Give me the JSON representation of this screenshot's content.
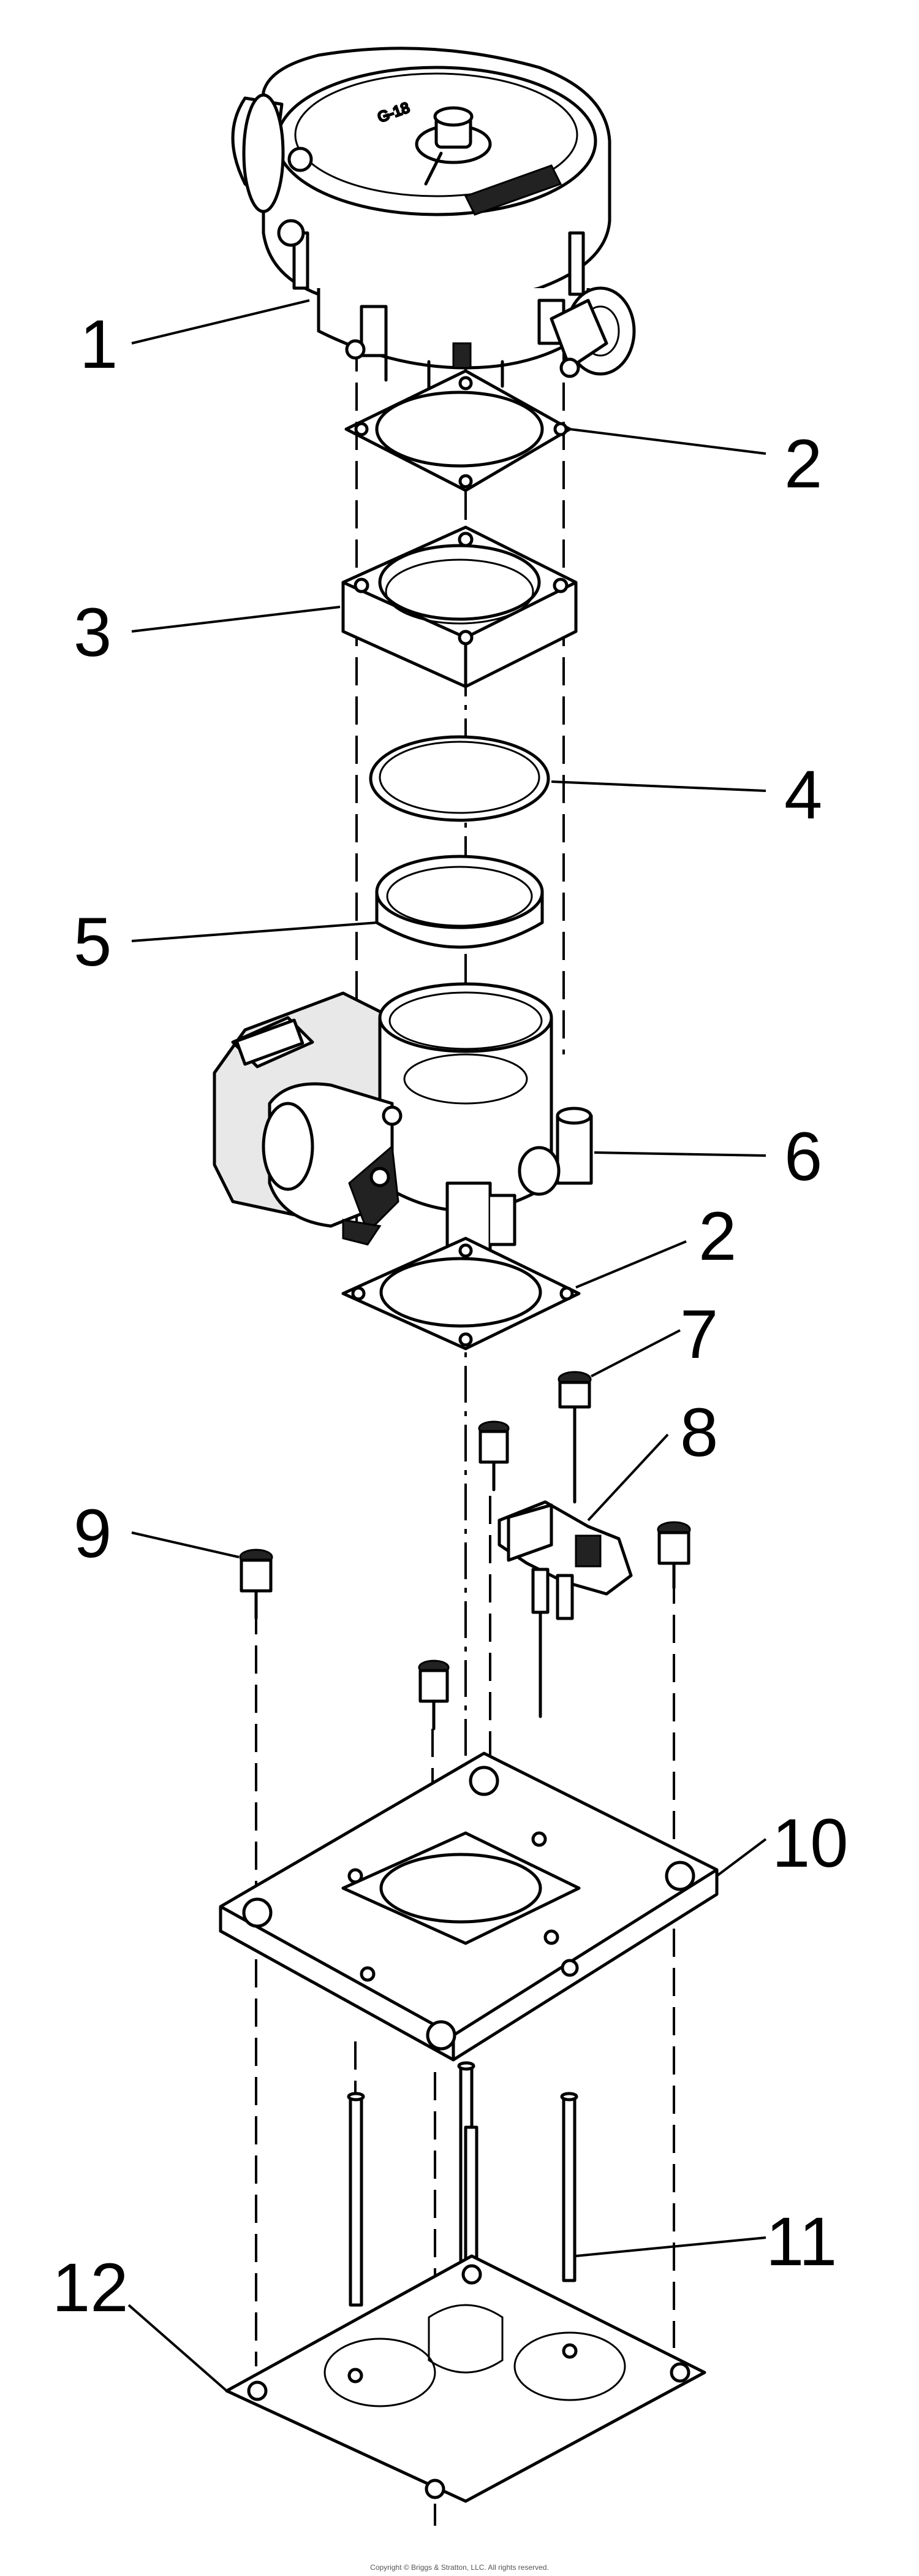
{
  "callouts": [
    {
      "id": "1",
      "label": "1"
    },
    {
      "id": "2a",
      "label": "2"
    },
    {
      "id": "3",
      "label": "3"
    },
    {
      "id": "4",
      "label": "4"
    },
    {
      "id": "5",
      "label": "5"
    },
    {
      "id": "6",
      "label": "6"
    },
    {
      "id": "2b",
      "label": "2"
    },
    {
      "id": "7",
      "label": "7"
    },
    {
      "id": "8",
      "label": "8"
    },
    {
      "id": "9",
      "label": "9"
    },
    {
      "id": "10",
      "label": "10"
    },
    {
      "id": "11",
      "label": "11"
    },
    {
      "id": "12",
      "label": "12"
    }
  ],
  "footer": {
    "copyright": "Copyright © Briggs & Stratton, LLC. All rights reserved."
  }
}
